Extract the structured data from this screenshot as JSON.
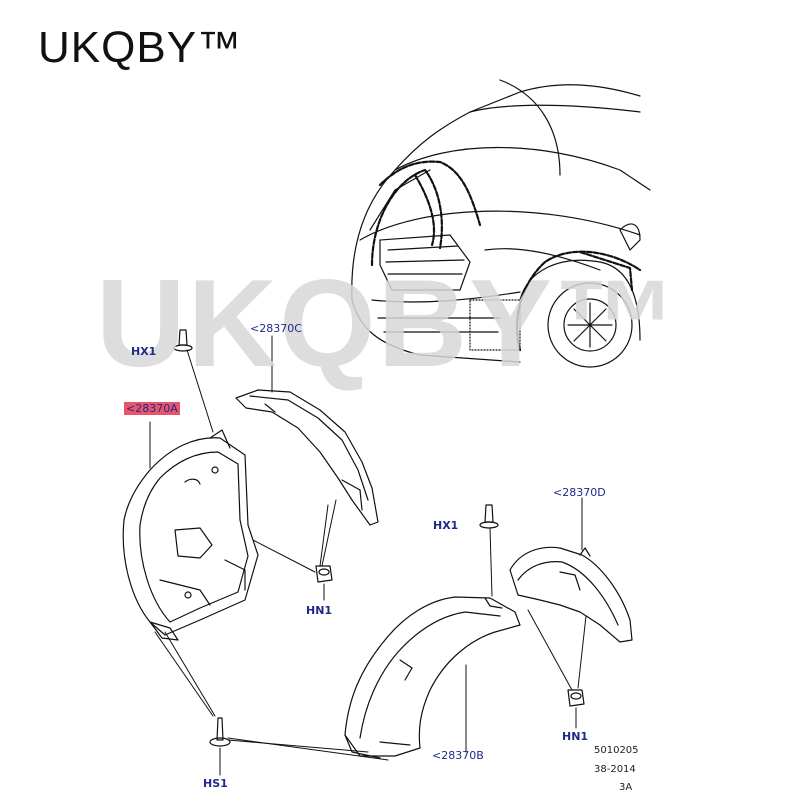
{
  "brand": {
    "text": "UKQBY™"
  },
  "watermark": {
    "text": "UKQBY™"
  },
  "labels": {
    "hx1_left": "HX1",
    "part_a": "<28370A",
    "part_c": "<28370C",
    "hn1_left": "HN1",
    "hx1_right": "HX1",
    "part_d": "<28370D",
    "hn1_right": "HN1",
    "part_b": "<28370B",
    "hs1": "HS1"
  },
  "footer": {
    "line1": "5010205",
    "line2": "38-2014",
    "line3": "3A"
  },
  "colors": {
    "label_text": "#1f2a8a",
    "highlight": "#e8556b",
    "line": "#111111",
    "watermark": "#d8d8d8"
  }
}
